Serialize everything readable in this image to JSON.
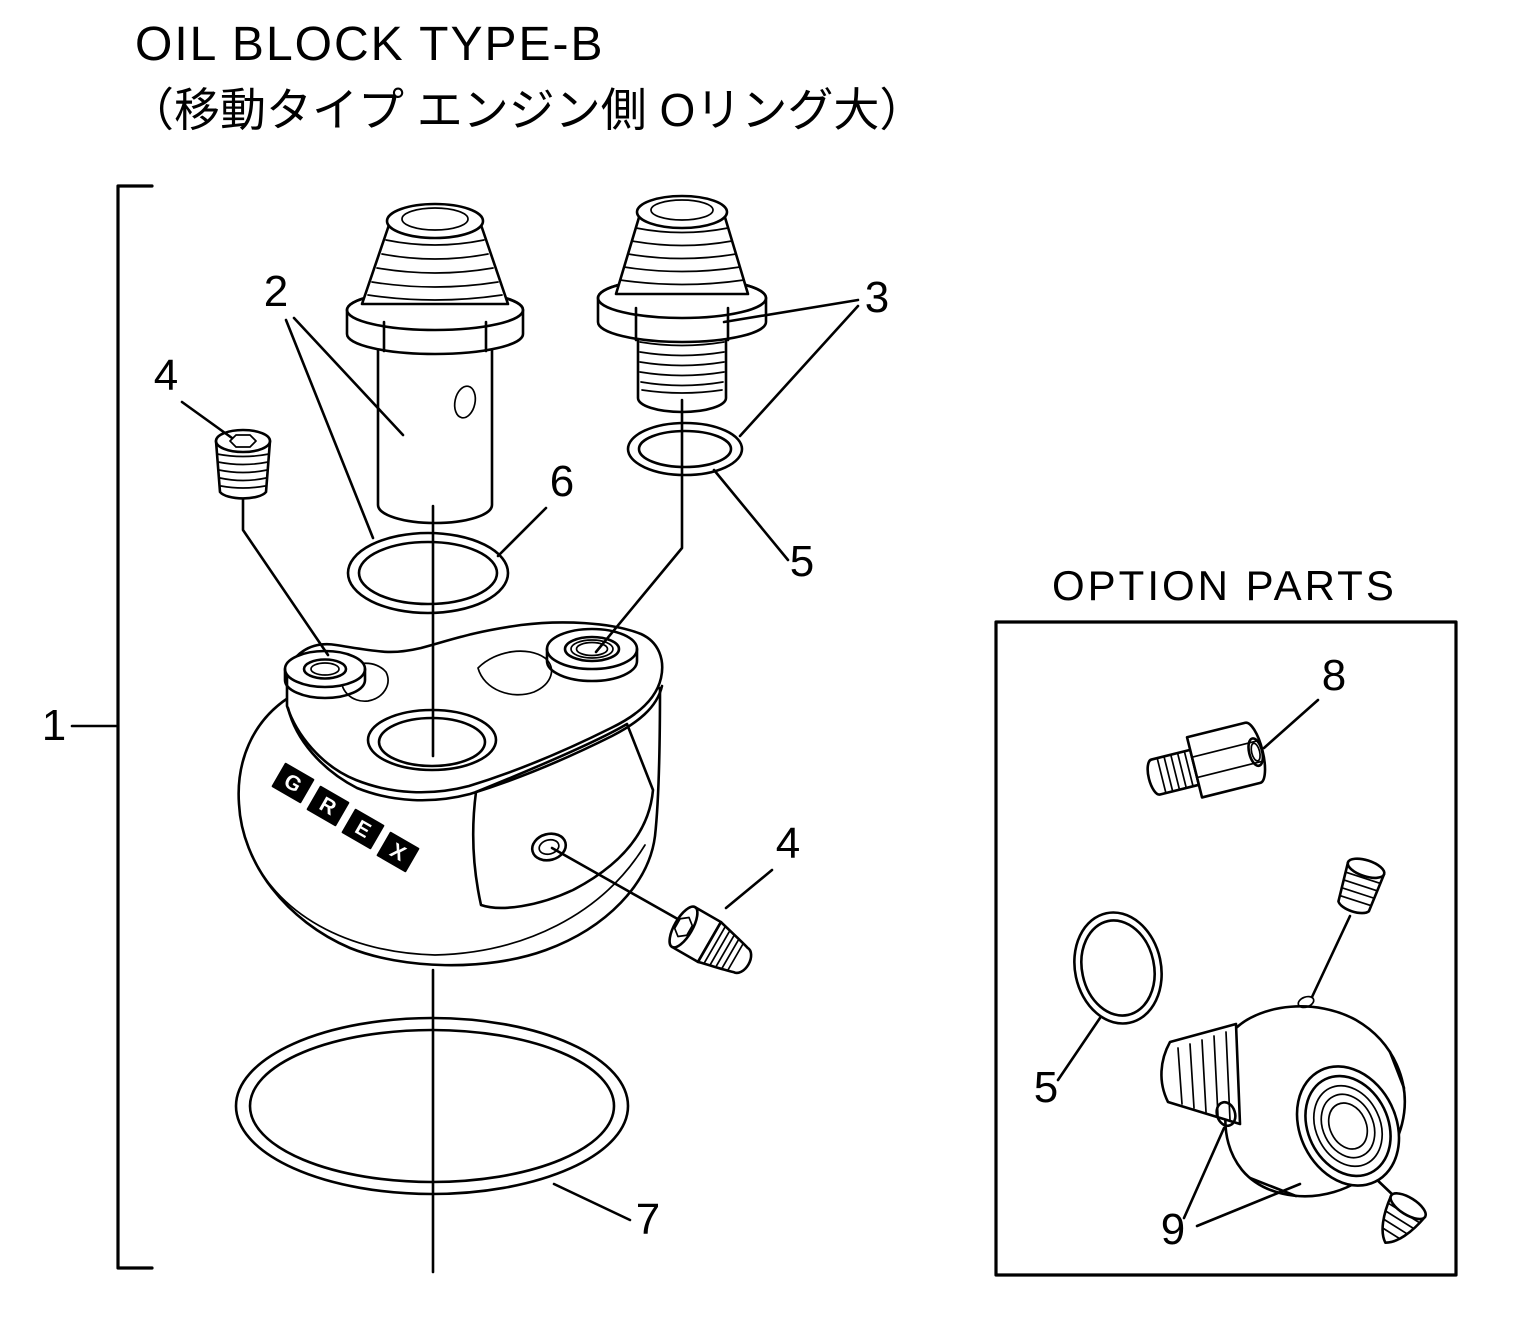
{
  "title": {
    "line1": "OIL BLOCK TYPE-B",
    "line2": "（移動タイプ エンジン側 Oリング大）"
  },
  "option_box": {
    "title": "OPTION PARTS"
  },
  "logo": {
    "letters": [
      "G",
      "R",
      "E",
      "X"
    ]
  },
  "callouts": {
    "c1": "1",
    "c2": "2",
    "c3": "3",
    "c4a": "4",
    "c4b": "4",
    "c5a": "5",
    "c5b": "5",
    "c6": "6",
    "c7": "7",
    "c8": "8",
    "c9": "9"
  }
}
